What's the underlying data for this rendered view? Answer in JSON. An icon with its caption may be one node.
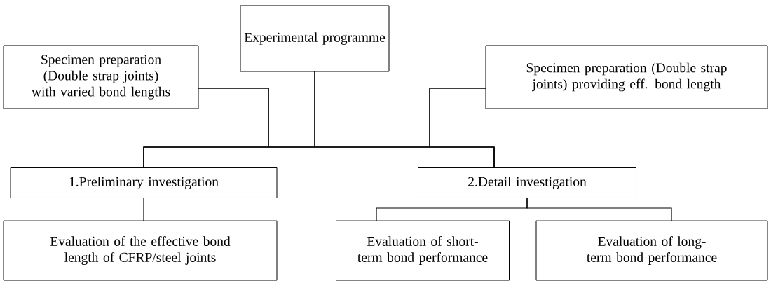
{
  "diagram": {
    "nodes": [
      {
        "text": [
          "Experimental programme"
        ]
      },
      {
        "text": [
          "Specimen preparation (Double strap joints) with varied bond lengths"
        ]
      },
      {
        "text": [
          "Specimen preparation (Double strap joints) providing eff. bond length"
        ]
      },
      {
        "text": [
          "1.Preliminary investigation"
        ]
      },
      {
        "text": [
          "2.Detail investigation"
        ]
      },
      {
        "text": [
          "Evaluation of the effective bond length of CFRP/steel joints"
        ]
      },
      {
        "text": [
          "Evaluation of short-term bond performance"
        ]
      },
      {
        "text": [
          "Evaluation of long-term bond performance"
        ]
      }
    ],
    "edges": [
      {
        "from": 0,
        "to": 3,
        "arrow": "none"
      },
      {
        "from": 0,
        "to": 4,
        "arrow": "none"
      },
      {
        "from": 1,
        "to": 3,
        "arrow": "none"
      },
      {
        "from": 1,
        "to": 4,
        "arrow": "none"
      },
      {
        "from": 2,
        "to": 3,
        "arrow": "none"
      },
      {
        "from": 2,
        "to": 4,
        "arrow": "none"
      },
      {
        "from": 3,
        "to": 5,
        "arrow": "none"
      },
      {
        "from": 4,
        "to": 6,
        "arrow": "none"
      },
      {
        "from": 4,
        "to": 7,
        "arrow": "none"
      }
    ]
  }
}
